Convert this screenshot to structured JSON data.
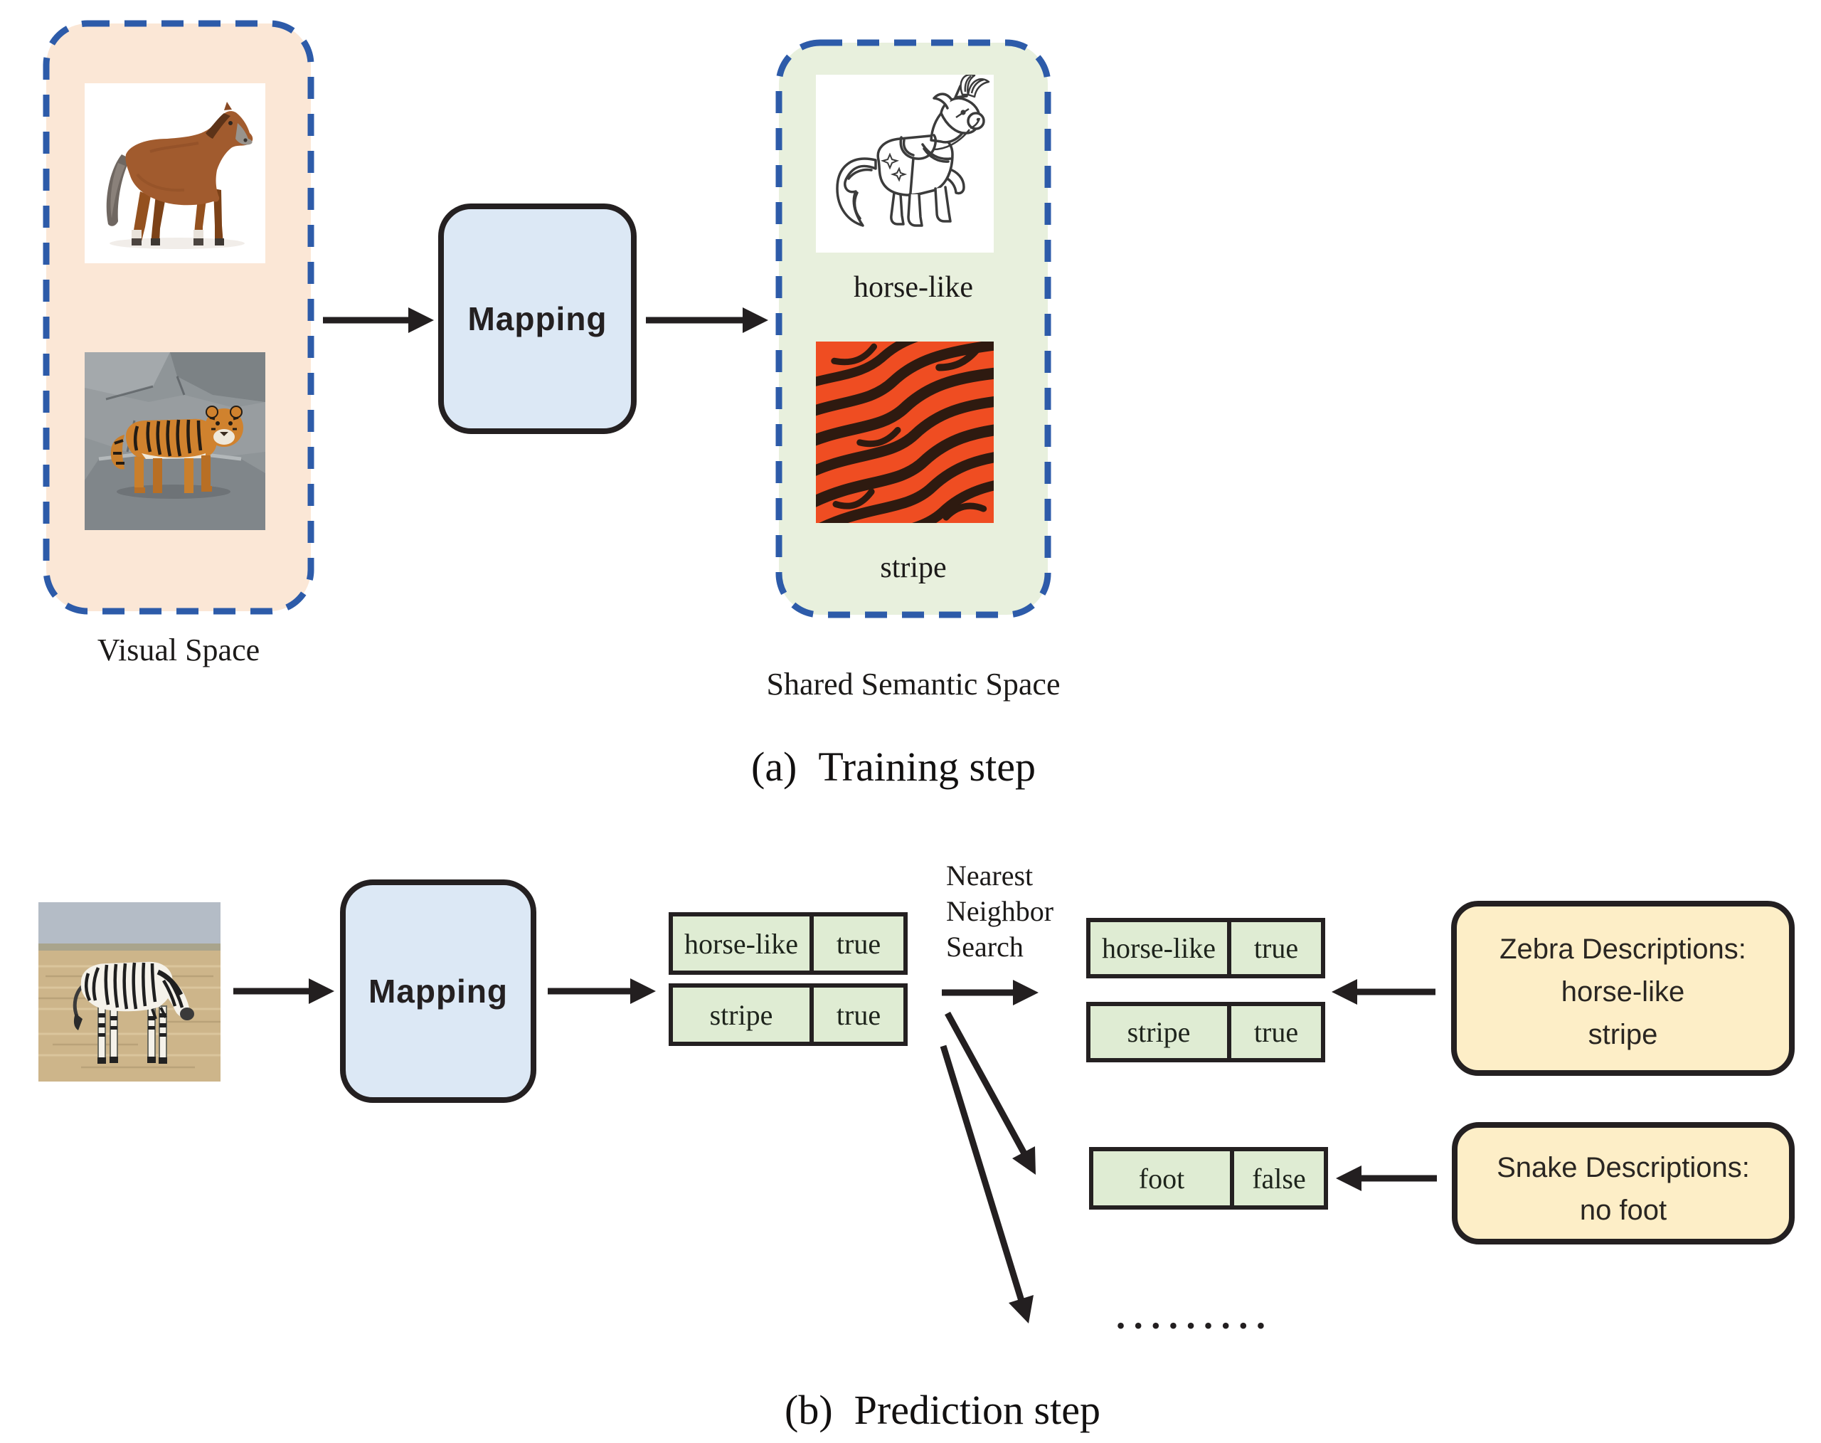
{
  "colors": {
    "peach_bg": "#fbe7d6",
    "semantic_green_bg": "#e8f0dd",
    "cell_green": "#dfecd3",
    "mapping_blue": "#dce8f5",
    "description_yellow": "#fdeec7",
    "dashed_border_blue": "#2d5ba9",
    "ink": "#231f20",
    "stripe_orange": "#ef4d22",
    "stripe_dark": "#2e1a10"
  },
  "training": {
    "visual_space": {
      "label": "Visual Space"
    },
    "mapping": "Mapping",
    "semantic_space": {
      "label": "Shared Semantic Space",
      "attr1": "horse-like",
      "attr2": "stripe"
    },
    "caption": {
      "index": "(a)",
      "text": "Training step"
    }
  },
  "prediction": {
    "mapping": "Mapping",
    "nns_lines": [
      "Nearest",
      "Neighbor",
      "Search"
    ],
    "predicted": [
      {
        "a": "horse-like",
        "v": "true"
      },
      {
        "a": "stripe",
        "v": "true"
      }
    ],
    "matched": [
      {
        "a": "horse-like",
        "v": "true"
      },
      {
        "a": "stripe",
        "v": "true"
      }
    ],
    "snake_row": {
      "a": "foot",
      "v": "false"
    },
    "zebra_desc": [
      "Zebra Descriptions:",
      "horse-like",
      "stripe"
    ],
    "snake_desc": [
      "Snake Descriptions:",
      "no foot"
    ],
    "ellipsis": "•••••••••",
    "caption": {
      "index": "(b)",
      "text": "Prediction step"
    }
  },
  "illustrations": {
    "horse_photo": "photo of a chestnut horse",
    "tiger_photo": "photo of a tiger on rocks",
    "pony_drawing": "line drawing of a horse-like pony",
    "stripe_pattern": "orange-black stripe texture",
    "zebra_photo": "photo of a zebra in grassland"
  }
}
